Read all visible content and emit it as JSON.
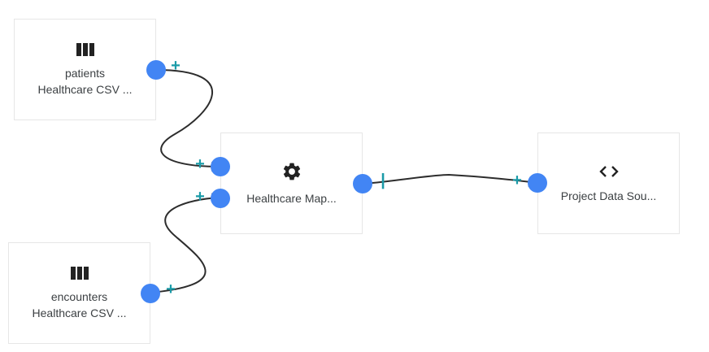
{
  "nodes": {
    "patients": {
      "icon": "table-columns-icon",
      "name": "patients",
      "type": "Healthcare CSV ..."
    },
    "encounters": {
      "icon": "table-columns-icon",
      "name": "encounters",
      "type": "Healthcare CSV ..."
    },
    "mapping": {
      "icon": "gear-icon",
      "name": "Healthcare Map..."
    },
    "output": {
      "icon": "code-brackets-icon",
      "name": "Project Data Sou..."
    }
  },
  "colors": {
    "port": "#4285f4",
    "plus": "#1a9ba8",
    "edge": "#2d2d2d",
    "node_border": "#e6e6e6",
    "text": "#3c4043"
  }
}
